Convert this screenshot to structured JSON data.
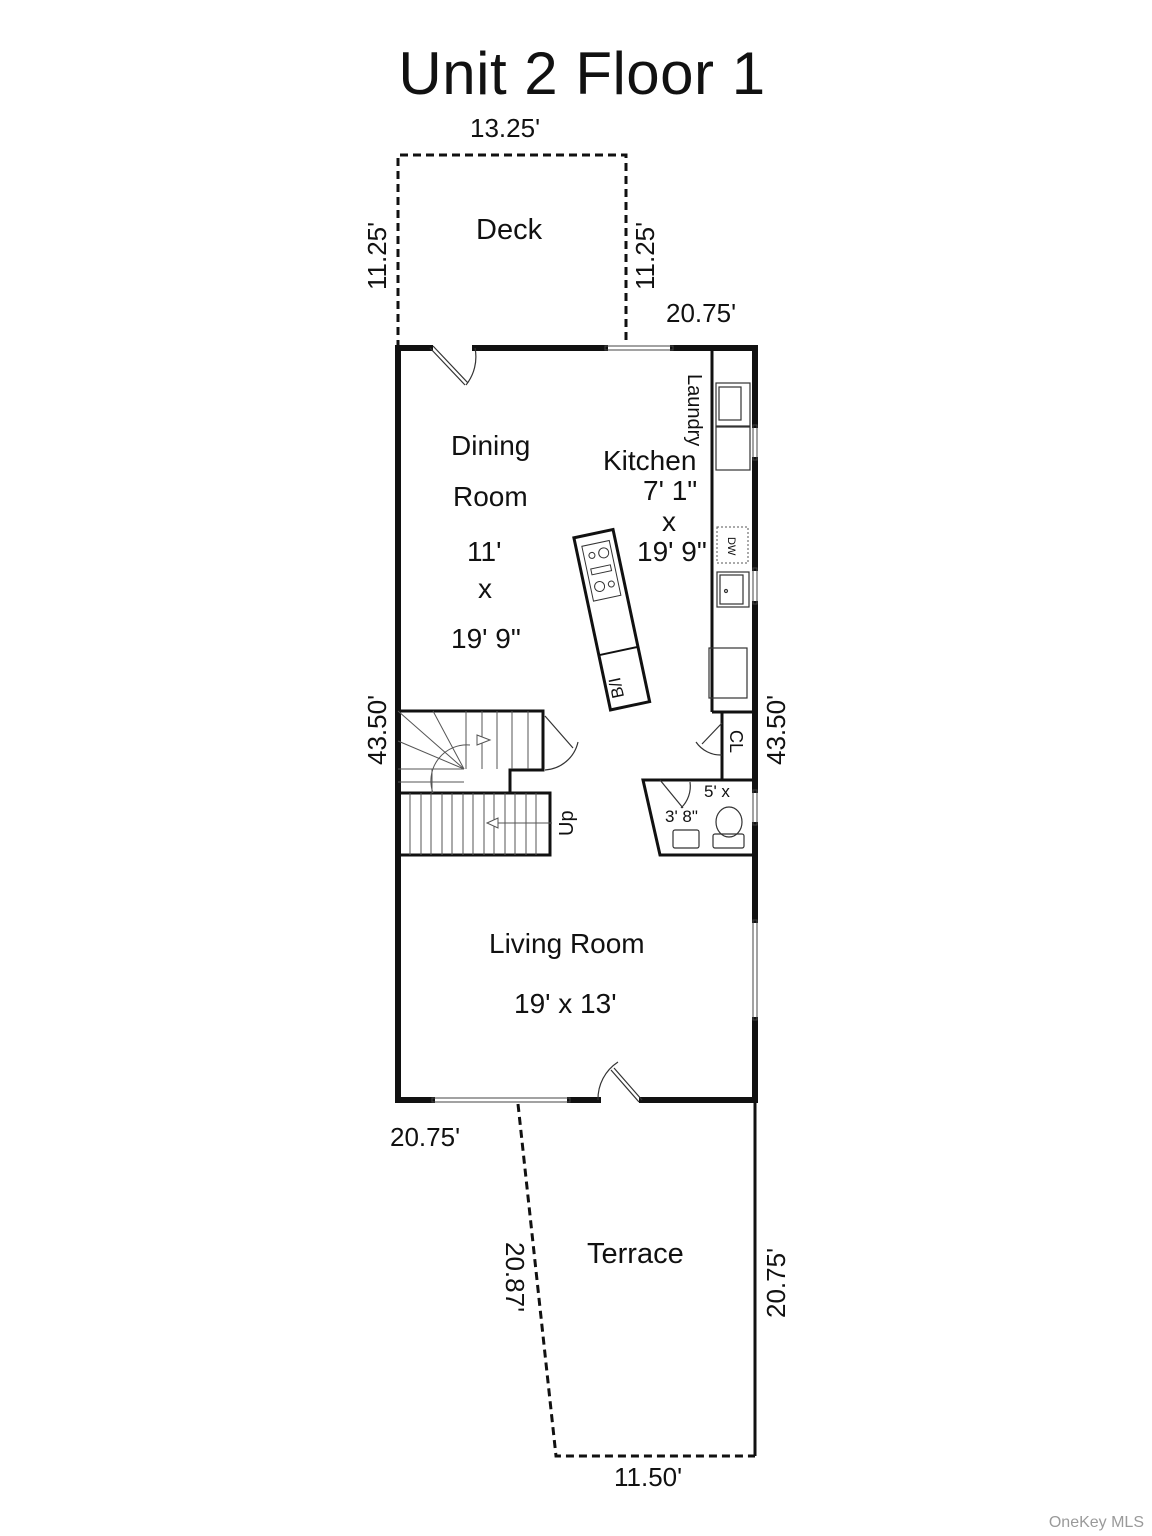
{
  "title": "Unit 2 Floor 1",
  "watermark": "OneKey MLS",
  "dimensions": {
    "deck_top": "13.25'",
    "deck_left": "11.25'",
    "deck_right": "11.25'",
    "house_top": "20.75'",
    "house_left": "43.50'",
    "house_right": "43.50'",
    "house_bottom": "20.75'",
    "terrace_left": "20.87'",
    "terrace_right": "20.75'",
    "terrace_bottom": "11.50'"
  },
  "rooms": {
    "deck": {
      "name": "Deck"
    },
    "dining": {
      "name_line1": "Dining",
      "name_line2": "Room",
      "dim_w": "11'",
      "dim_x": "x",
      "dim_l": "19' 9\""
    },
    "kitchen": {
      "name": "Kitchen",
      "dim_w": "7' 1\"",
      "dim_x": "x",
      "dim_l": "19' 9\""
    },
    "laundry": {
      "name": "Laundry"
    },
    "closet": {
      "name": "CL"
    },
    "bath": {
      "dim_w": "5' x",
      "dim_l": "3' 8\""
    },
    "living": {
      "name": "Living Room",
      "dims": "19' x 13'"
    },
    "terrace": {
      "name": "Terrace"
    }
  },
  "fixtures": {
    "dishwasher": "DW",
    "built_in": "B/I",
    "stairs": "Up"
  }
}
